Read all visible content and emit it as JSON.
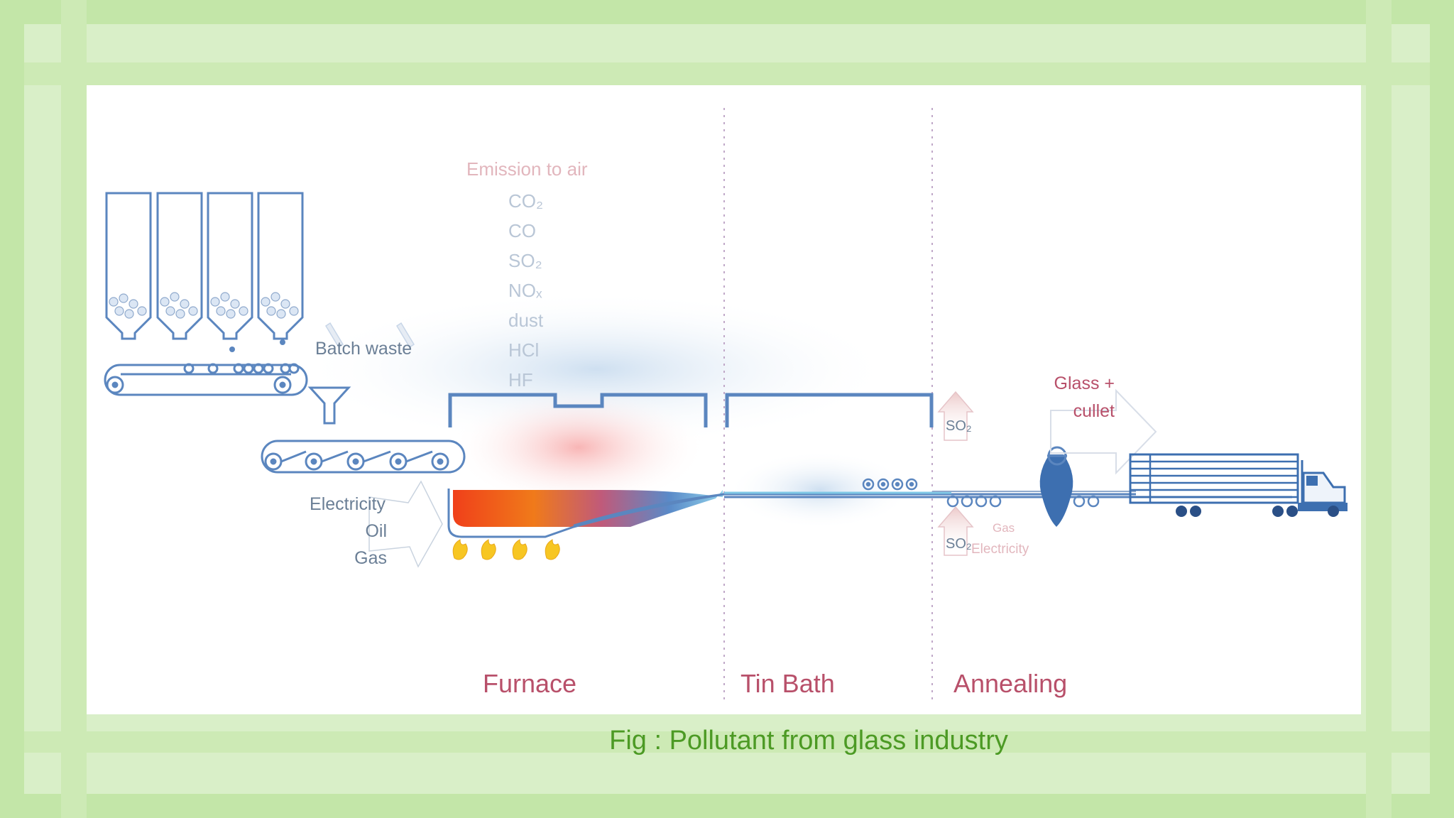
{
  "diagram": {
    "emission_title": "Emission to air",
    "emissions": [
      "CO₂",
      "CO",
      "SO₂",
      "NOₓ",
      "dust",
      "HCl",
      "HF"
    ],
    "batch_waste": "Batch waste",
    "fuel_inputs": [
      "Electricity",
      "Oil",
      "Gas"
    ],
    "so2_upper": "SO₂",
    "so2_lower": "SO₂",
    "annealing_inputs": [
      "Gas",
      "Electricity"
    ],
    "output_line1": "Glass +",
    "output_line2": "cullet",
    "stage_furnace": "Furnace",
    "stage_tin_bath": "Tin Bath",
    "stage_annealing": "Annealing"
  },
  "caption": "Fig : Pollutant from glass industry",
  "colors": {
    "frame": "#c3e6a8",
    "line_blue": "#5b86bf",
    "label_gray": "#6b7f96",
    "stage_label": "#b8506a",
    "caption": "#4c9a24",
    "molten_glass": "#f04a1c",
    "flame": "#f7c623"
  }
}
